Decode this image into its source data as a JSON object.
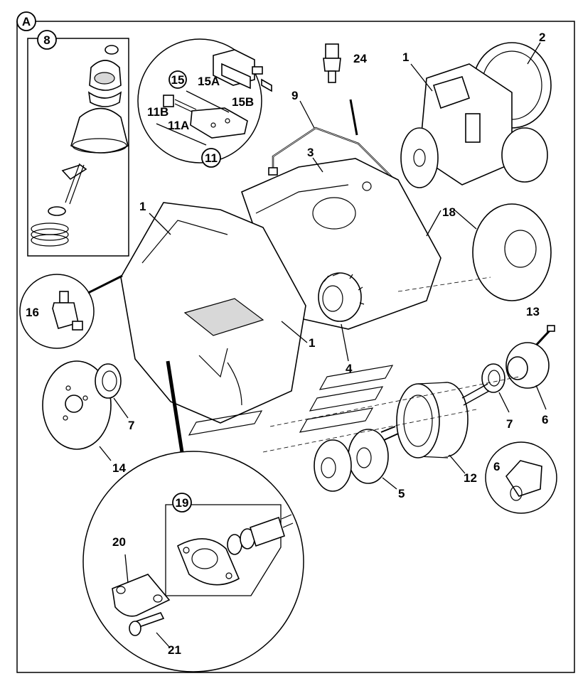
{
  "diagram": {
    "view_letter": "A",
    "callouts": {
      "c1a": "1",
      "c1b": "1",
      "c1c": "1",
      "c2": "2",
      "c3": "3",
      "c4": "4",
      "c5": "5",
      "c6a": "6",
      "c6b": "6",
      "c7a": "7",
      "c7b": "7",
      "c8": "8",
      "c9": "9",
      "c11": "11",
      "c11a": "11A",
      "c11b": "11B",
      "c12": "12",
      "c13": "13",
      "c14": "14",
      "c15": "15",
      "c15a": "15A",
      "c15b": "15B",
      "c16": "16",
      "c18": "18",
      "c19": "19",
      "c20": "20",
      "c21": "21",
      "c24": "24"
    },
    "colors": {
      "line": "#000000",
      "background": "#ffffff",
      "shade": "#d8d8d8"
    }
  }
}
